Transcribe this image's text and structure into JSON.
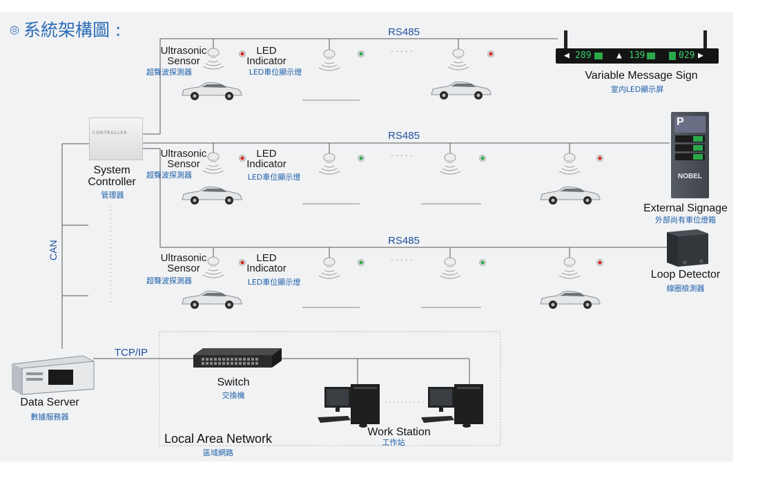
{
  "title": "系統架構圖 :",
  "bus_label": "RS485",
  "sensor": {
    "en_line1": "Ultrasonic",
    "en_line2": "Sensor",
    "zh": "超聲波探測器"
  },
  "led": {
    "en_line1": "LED",
    "en_line2": "Indicator",
    "zh": "LED車位顯示燈"
  },
  "ellipsis": "· · · · ·",
  "controller": {
    "en_line1": "System",
    "en_line2": "Controller",
    "zh": "管理器",
    "device_text": "CONTROLLER"
  },
  "can_label": "CAN",
  "tcpip_label": "TCP/IP",
  "data_server": {
    "en": "Data Server",
    "zh": "數據服務器"
  },
  "switch": {
    "en": "Switch",
    "zh": "交換機"
  },
  "workstation": {
    "en": "Work Station",
    "zh": "工作站"
  },
  "lan": {
    "en": "Local Area Network",
    "zh": "區域網路"
  },
  "vms": {
    "en": "Variable Message Sign",
    "zh": "室内LED顯示屏",
    "numbers": [
      "289",
      "139",
      "029"
    ]
  },
  "signage": {
    "en": "External Signage",
    "zh": "外部尚有車位燈箱",
    "brand": "NOBEL",
    "letter": "P"
  },
  "loop": {
    "en": "Loop Detector",
    "zh": "線圈檢測器"
  },
  "colors": {
    "red": "#d8261f",
    "green": "#2aa84a",
    "accent": "#2a6cb6",
    "wire": "#555555"
  }
}
